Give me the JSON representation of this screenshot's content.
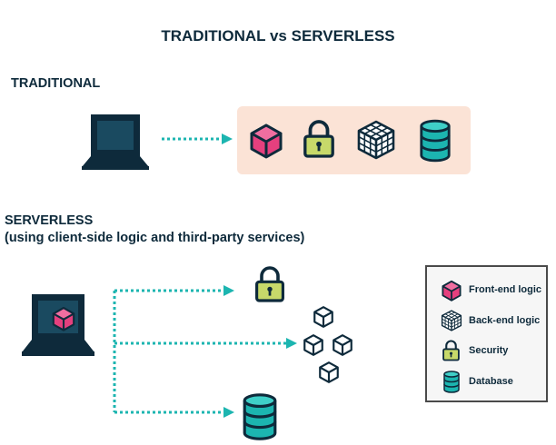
{
  "title": "TRADITIONAL vs SERVERLESS",
  "traditional": {
    "heading": "TRADITIONAL"
  },
  "serverless": {
    "heading": "SERVERLESS",
    "subheading": "(using client-side logic and third-party services)"
  },
  "legend": {
    "items": [
      {
        "label": "Front-end logic",
        "icon": "pink-cube-icon"
      },
      {
        "label": "Back-end logic",
        "icon": "wireframe-cube-icon"
      },
      {
        "label": "Security",
        "icon": "padlock-icon"
      },
      {
        "label": "Database",
        "icon": "database-cylinder-icon"
      }
    ]
  },
  "colors": {
    "navy": "#0e2a3b",
    "teal": "#1cb5b0",
    "pink": "#e5407e",
    "lime": "#c7d96a",
    "panel": "#fbe3d6"
  }
}
